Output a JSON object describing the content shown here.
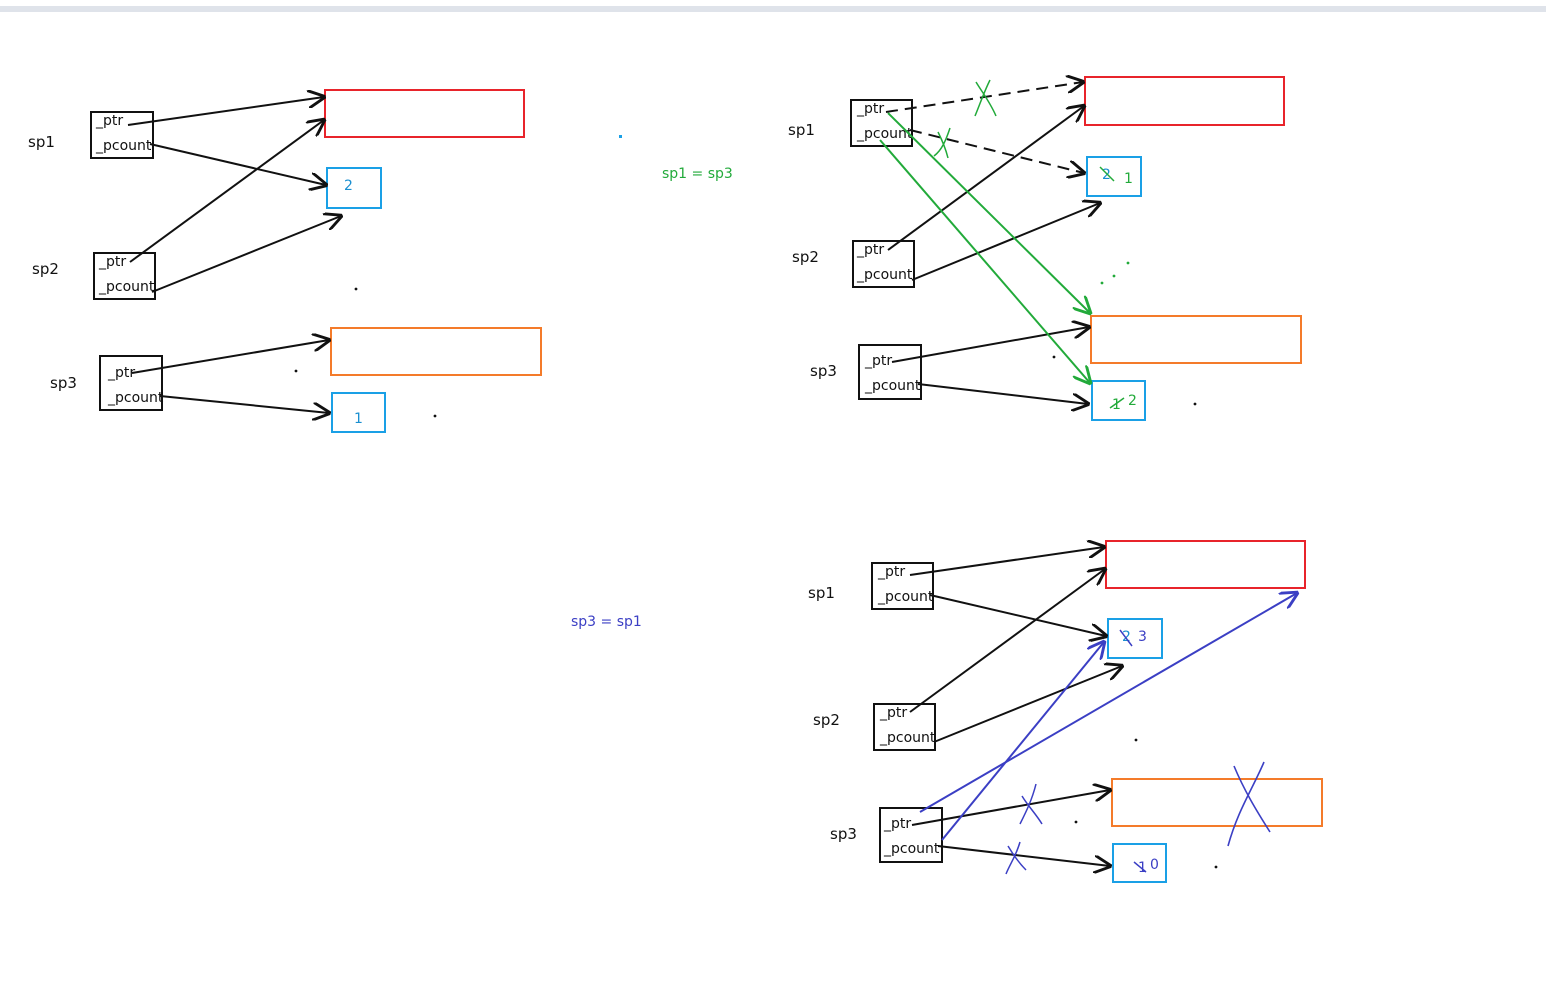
{
  "colors": {
    "pointer": "#111111",
    "object_red": "#e8242b",
    "object_orange": "#f47b2a",
    "count_box": "#1aa0e6",
    "count_text": "#1a8fd0",
    "assign_green": "#22aa3a",
    "assign_blue": "#3b3fc4"
  },
  "fields": {
    "ptr": "_ptr",
    "pcount": "_pcount"
  },
  "panel_initial": {
    "labels": {
      "sp1": "sp1",
      "sp2": "sp2",
      "sp3": "sp3"
    },
    "counts": {
      "shared": "2",
      "sp3": "1"
    }
  },
  "panel_sp1_eq_sp3": {
    "operation": "sp1 = sp3",
    "labels": {
      "sp1": "sp1",
      "sp2": "sp2",
      "sp3": "sp3"
    },
    "counts": {
      "shared_old": "2",
      "shared_new": "1",
      "sp3_old": "1",
      "sp3_new": "2"
    }
  },
  "panel_sp3_eq_sp1": {
    "operation": "sp3 = sp1",
    "labels": {
      "sp1": "sp1",
      "sp2": "sp2",
      "sp3": "sp3"
    },
    "counts": {
      "shared_old": "2",
      "shared_new": "3",
      "sp3_old": "1",
      "sp3_new": "0"
    }
  }
}
